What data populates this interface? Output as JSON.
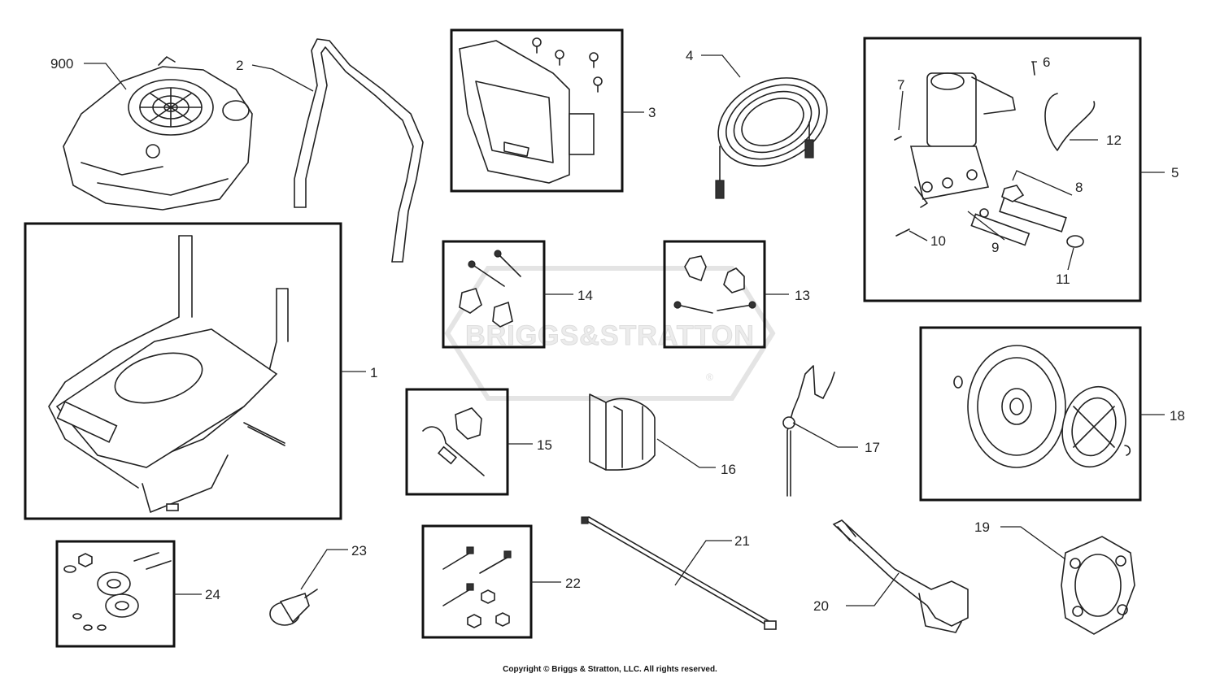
{
  "watermark": {
    "brand_text": "BRIGGS&STRATTON",
    "registered_mark": "®"
  },
  "callouts": {
    "p900": "900",
    "p1": "1",
    "p2": "2",
    "p3": "3",
    "p4": "4",
    "p5": "5",
    "p6": "6",
    "p7": "7",
    "p8": "8",
    "p9": "9",
    "p10": "10",
    "p11": "11",
    "p12": "12",
    "p13": "13",
    "p14": "14",
    "p15": "15",
    "p16": "16",
    "p17": "17",
    "p18": "18",
    "p19": "19",
    "p20": "20",
    "p21": "21",
    "p22": "22",
    "p23": "23",
    "p24": "24"
  },
  "footer": {
    "copyright": "Copyright © Briggs & Stratton, LLC. All rights reserved."
  }
}
